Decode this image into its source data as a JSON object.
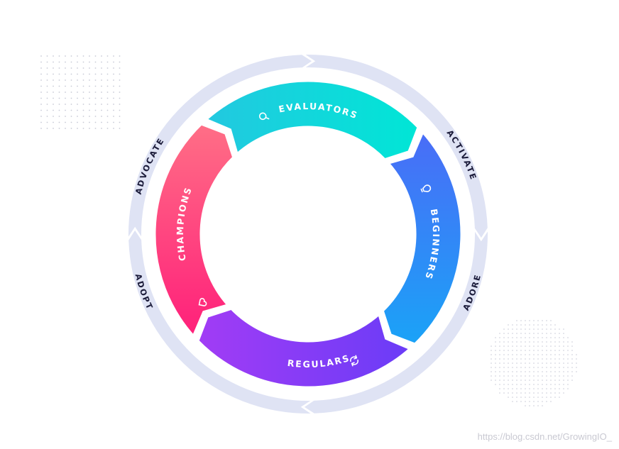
{
  "outer_stages": [
    "ACTIVATE",
    "ADOPT",
    "ADORE",
    "ADVOCATE"
  ],
  "segments": [
    {
      "label": "EVALUATORS",
      "icon": "magnifier-icon",
      "colors": [
        "#23c8e0",
        "#00e6d6"
      ]
    },
    {
      "label": "BEGINNERS",
      "icon": "lightbulb-icon",
      "colors": [
        "#4a6cf7",
        "#1aa3f7"
      ]
    },
    {
      "label": "REGULARS",
      "icon": "refresh-icon",
      "colors": [
        "#a23cf5",
        "#6a3cf7"
      ]
    },
    {
      "label": "CHAMPIONS",
      "icon": "heart-icon",
      "colors": [
        "#ff1f7a",
        "#ff6f86"
      ]
    }
  ],
  "ring_color": "#dfe3f4",
  "watermark": "https://blog.csdn.net/GrowingIO_"
}
